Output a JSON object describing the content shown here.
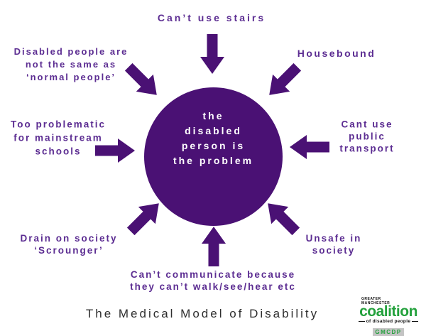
{
  "colors": {
    "shape_purple": "#4a1174",
    "label_purple": "#5c2d92",
    "caption_black": "#2e2e2e",
    "logo_green": "#23a13c"
  },
  "center_circle": {
    "lines": [
      "the",
      "disabled",
      "person is",
      "the problem"
    ]
  },
  "labels": {
    "top": {
      "lines": [
        "Can’t use stairs"
      ]
    },
    "top_left": {
      "lines": [
        "Disabled people are",
        "not the same as",
        "‘normal people’"
      ]
    },
    "top_right": {
      "lines": [
        "Housebound"
      ]
    },
    "left": {
      "lines": [
        "Too problematic",
        "for mainstream",
        "schools"
      ]
    },
    "right": {
      "lines": [
        "Cant use",
        "public",
        "transport"
      ]
    },
    "bottom_left": {
      "lines": [
        "Drain on society",
        "‘Scrounger’"
      ]
    },
    "bottom": {
      "lines": [
        "Can’t communicate because",
        "they can’t walk/see/hear etc"
      ]
    },
    "bottom_right": {
      "lines": [
        "Unsafe in",
        "society"
      ]
    }
  },
  "caption": "The Medical Model of Disability",
  "logo": {
    "region_line1": "GREATER",
    "region_line2": "MANCHESTER",
    "name": "coalition",
    "tagline": "of disabled people",
    "acronym": "GMCDP"
  }
}
